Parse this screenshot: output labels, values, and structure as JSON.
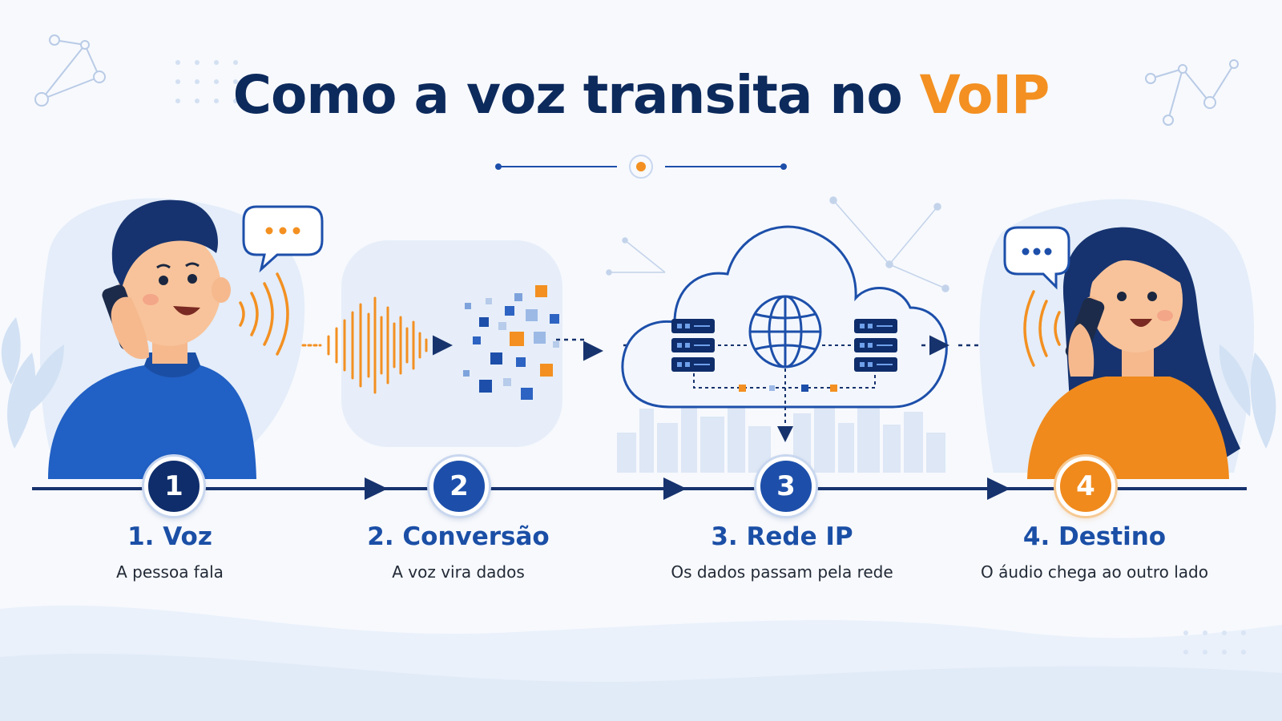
{
  "title": {
    "main": "Como a voz transita no ",
    "accent": "VoIP"
  },
  "colors": {
    "navy": "#0d2a5c",
    "blue": "#1d4faa",
    "orange": "#f39021"
  },
  "steps": [
    {
      "number": "1",
      "label": "1. Voz",
      "desc": "A pessoa fala"
    },
    {
      "number": "2",
      "label": "2. Conversão",
      "desc": "A voz vira dados"
    },
    {
      "number": "3",
      "label": "3. Rede IP",
      "desc": "Os dados passam pela rede"
    },
    {
      "number": "4",
      "label": "4. Destino",
      "desc": "O áudio chega ao outro lado"
    }
  ],
  "icons": [
    "man-on-phone-icon",
    "speech-bubble-icon",
    "sound-wave-icon",
    "data-pixels-icon",
    "cloud-icon",
    "server-icon",
    "globe-icon",
    "woman-on-phone-icon"
  ]
}
